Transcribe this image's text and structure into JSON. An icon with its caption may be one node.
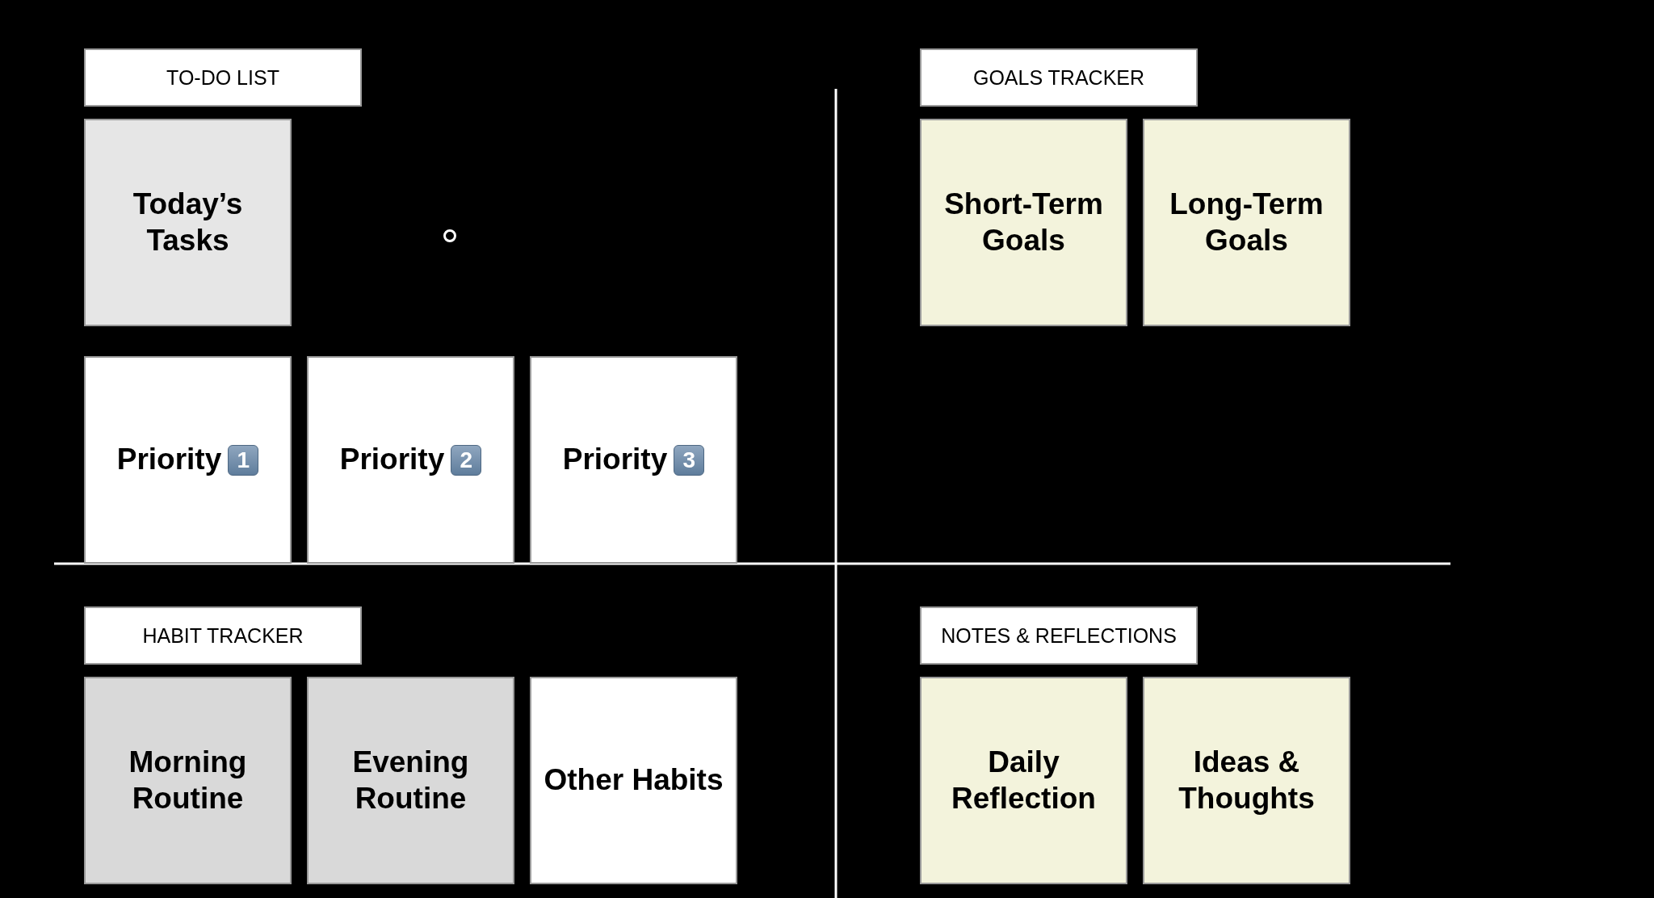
{
  "diagram": {
    "nodes": [
      {
        "text": [
          "TO-DO LIST"
        ]
      },
      {
        "text": [
          "Today’s Tasks"
        ]
      },
      {
        "text": [
          "Priority",
          "1"
        ]
      },
      {
        "text": [
          "Priority",
          "2"
        ]
      },
      {
        "text": [
          "Priority",
          "3"
        ]
      },
      {
        "text": [
          "GOALS TRACKER"
        ]
      },
      {
        "text": [
          "Short-Term Goals"
        ]
      },
      {
        "text": [
          "Long-Term Goals"
        ]
      },
      {
        "text": [
          "HABIT TRACKER"
        ]
      },
      {
        "text": [
          "Morning Routine"
        ]
      },
      {
        "text": [
          "Evening Routine"
        ]
      },
      {
        "text": [
          "Other Habits"
        ]
      },
      {
        "text": [
          "NOTES & REFLECTIONS"
        ]
      },
      {
        "text": [
          "Daily Reflection"
        ]
      },
      {
        "text": [
          "Ideas & Thoughts"
        ]
      }
    ],
    "edges": []
  }
}
